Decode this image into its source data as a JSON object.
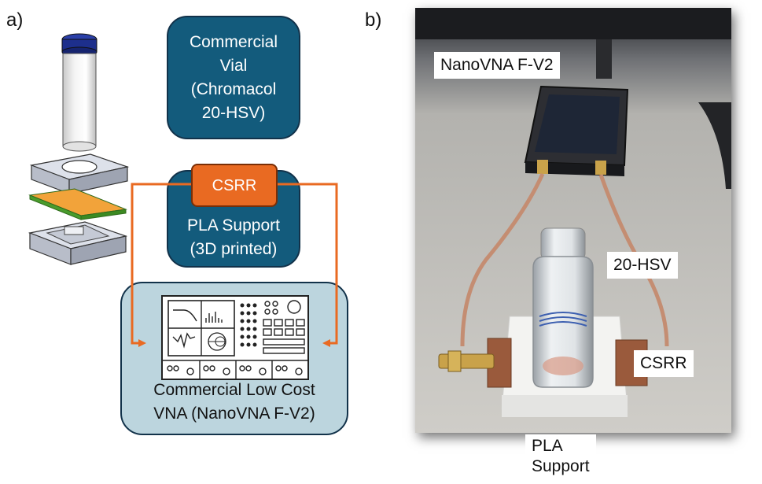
{
  "panel_a_label": "a)",
  "panel_b_label": "b)",
  "vial_box": [
    "Commercial",
    "Vial",
    "(Chromacol",
    "20-HSV)"
  ],
  "csrr_box": "CSRR",
  "pla_box": [
    "PLA Support",
    "(3D printed)"
  ],
  "vna_box": [
    "Commercial Low Cost",
    "VNA (NanoVNA F-V2)"
  ],
  "photo_labels": {
    "nanovna": "NanoVNA F-V2",
    "vial": "20-HSV",
    "csrr": "CSRR",
    "pla": [
      "PLA",
      "Support"
    ]
  },
  "colors": {
    "dark_box": "#135b7c",
    "light_box": "#bcd5de",
    "accent": "#e96a22"
  }
}
